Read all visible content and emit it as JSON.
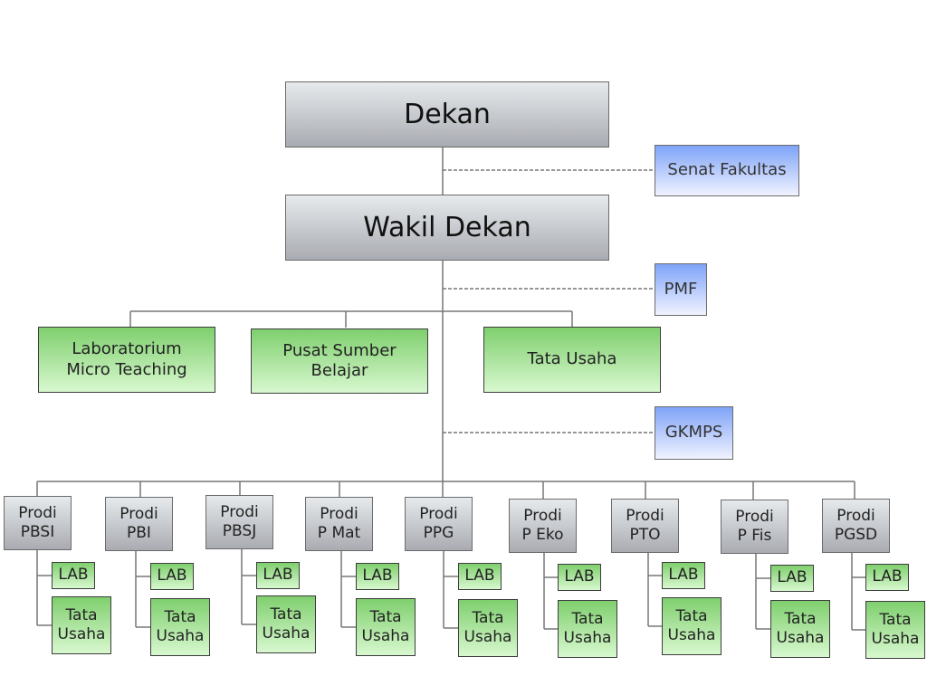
{
  "top": {
    "dean": "Dekan",
    "vice_dean": "Wakil Dekan"
  },
  "advisory": {
    "senate": "Senat Fakultas",
    "pmf": "PMF",
    "gkmps": "GKMPS"
  },
  "units": [
    {
      "line1": "Laboratorium",
      "line2": "Micro Teaching"
    },
    {
      "line1": "Pusat Sumber",
      "line2": "Belajar"
    },
    {
      "line1": "Tata Usaha",
      "line2": ""
    }
  ],
  "prodi": [
    {
      "line1": "Prodi",
      "line2": "PBSI",
      "lab": "LAB",
      "tu1": "Tata",
      "tu2": "Usaha"
    },
    {
      "line1": "Prodi",
      "line2": "PBI",
      "lab": "LAB",
      "tu1": "Tata",
      "tu2": "Usaha"
    },
    {
      "line1": "Prodi",
      "line2": "PBSJ",
      "lab": "LAB",
      "tu1": "Tata",
      "tu2": "Usaha"
    },
    {
      "line1": "Prodi",
      "line2": "P Mat",
      "lab": "LAB",
      "tu1": "Tata",
      "tu2": "Usaha"
    },
    {
      "line1": "Prodi",
      "line2": "PPG",
      "lab": "LAB",
      "tu1": "Tata",
      "tu2": "Usaha"
    },
    {
      "line1": "Prodi",
      "line2": "P Eko",
      "lab": "LAB",
      "tu1": "Tata",
      "tu2": "Usaha"
    },
    {
      "line1": "Prodi",
      "line2": "PTO",
      "lab": "LAB",
      "tu1": "Tata",
      "tu2": "Usaha"
    },
    {
      "line1": "Prodi",
      "line2": "P Fis",
      "lab": "LAB",
      "tu1": "Tata",
      "tu2": "Usaha"
    },
    {
      "line1": "Prodi",
      "line2": "PGSD",
      "lab": "LAB",
      "tu1": "Tata",
      "tu2": "Usaha"
    }
  ],
  "colors": {
    "grey_box": "#a9abb2",
    "green_box": "#7fcf6e",
    "blue_box": "#7fa3f8",
    "connector": "#777777"
  }
}
